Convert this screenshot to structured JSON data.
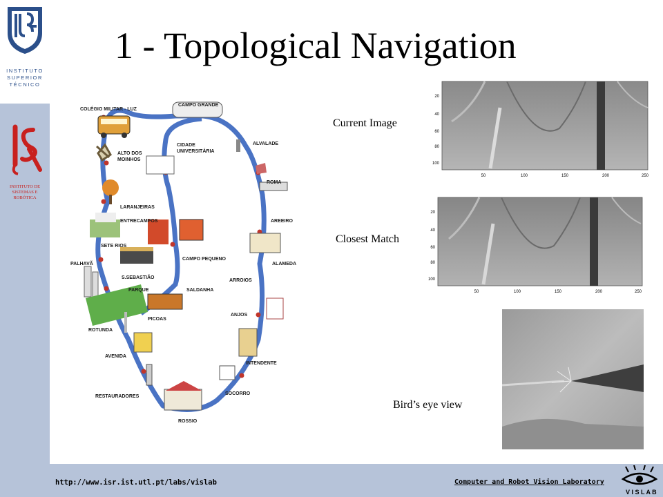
{
  "slide": {
    "title": "1 - Topological Navigation"
  },
  "sidebar": {
    "ist_logo_lines": [
      "INSTITUTO",
      "SUPERIOR",
      "TÉCNICO"
    ],
    "isr_logo_lines": [
      "INSTITUTO DE",
      "SISTEMAS E",
      "ROBÓTICA"
    ]
  },
  "map": {
    "stations": [
      "CAMPO GRANDE",
      "COLÉGIO MILITAR - LUZ",
      "ALTO DOS",
      "MOINHOS",
      "CIDADE",
      "UNIVERSITÁRIA",
      "ALVALADE",
      "ROMA",
      "LARANJEIRAS",
      "ENTRECAMPOS",
      "AREEIRO",
      "SETE RIOS",
      "CAMPO PEQUENO",
      "ALAMEDA",
      "PALHAVÃ",
      "S.SEBASTIÃO",
      "PARQUE",
      "ARROIOS",
      "SALDANHA",
      "ANJOS",
      "PICOAS",
      "ROTUNDA",
      "INTENDENTE",
      "AVENIDA",
      "RESTAURADORES",
      "SOCORRO",
      "ROSSIO"
    ]
  },
  "panels": {
    "current_label": "Current Image",
    "closest_label": "Closest Match",
    "bird_label": "Bird’s eye view",
    "y_ticks": [
      "20",
      "40",
      "60",
      "80",
      "100"
    ],
    "x_ticks": [
      "50",
      "100",
      "150",
      "200",
      "250"
    ]
  },
  "footer": {
    "url": "http://www.isr.ist.utl.pt/labs/vislab",
    "lab": " Computer and Robot Vision Laboratory"
  },
  "colors": {
    "sidebar_bg": "#b6c3d9",
    "metro_line": "#4a73c4",
    "station_dot": "#c0352b",
    "isr_red": "#c8201e",
    "ist_blue": "#2b4f8a"
  }
}
